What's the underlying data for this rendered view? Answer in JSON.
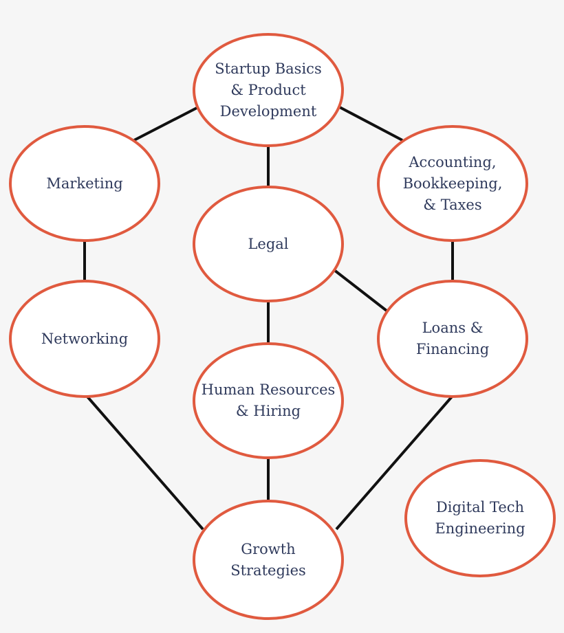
{
  "diagram": {
    "colors": {
      "node_border": "#e05a3f",
      "node_fill": "#ffffff",
      "label_text": "#2f3a5c",
      "edge": "#111111",
      "background": "#f6f6f6"
    },
    "nodes": {
      "startup": {
        "lines": [
          "Startup Basics",
          "& Product",
          "Development"
        ]
      },
      "marketing": {
        "lines": [
          "Marketing"
        ]
      },
      "accounting": {
        "lines": [
          "Accounting,",
          "Bookkeeping,",
          "& Taxes"
        ]
      },
      "legal": {
        "lines": [
          "Legal"
        ]
      },
      "networking": {
        "lines": [
          "Networking"
        ]
      },
      "loans": {
        "lines": [
          "Loans &",
          "Financing"
        ]
      },
      "hr": {
        "lines": [
          "Human Resources",
          "& Hiring"
        ]
      },
      "growth": {
        "lines": [
          "Growth",
          "Strategies"
        ]
      },
      "digital": {
        "lines": [
          "Digital Tech",
          "Engineering"
        ]
      }
    },
    "edges": [
      [
        "startup",
        "marketing"
      ],
      [
        "startup",
        "legal"
      ],
      [
        "startup",
        "accounting"
      ],
      [
        "marketing",
        "networking"
      ],
      [
        "accounting",
        "loans"
      ],
      [
        "legal",
        "loans"
      ],
      [
        "legal",
        "hr"
      ],
      [
        "networking",
        "growth"
      ],
      [
        "hr",
        "growth"
      ],
      [
        "loans",
        "growth"
      ]
    ]
  }
}
